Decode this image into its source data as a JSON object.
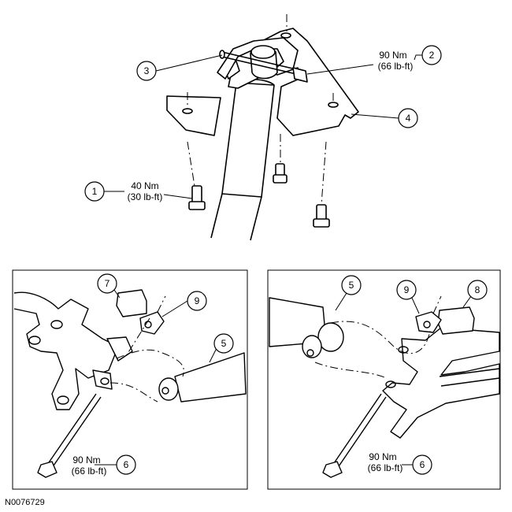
{
  "document_code": "N0076729",
  "callouts": {
    "c1": "1",
    "c2": "2",
    "c3": "3",
    "c4": "4",
    "c5a": "5",
    "c5b": "5",
    "c6a": "6",
    "c6b": "6",
    "c7": "7",
    "c8": "8",
    "c9a": "9",
    "c9b": "9"
  },
  "torque": {
    "upper_bolt": {
      "metric": "90 Nm",
      "imperial": "(66 lb-ft)"
    },
    "lower_bolts": {
      "metric": "40 Nm",
      "imperial": "(30 lb-ft)"
    },
    "left_lower_bolt": {
      "metric": "90 Nm",
      "imperial": "(66 lb-ft)"
    },
    "right_lower_bolt": {
      "metric": "90 Nm",
      "imperial": "(66 lb-ft)"
    }
  }
}
